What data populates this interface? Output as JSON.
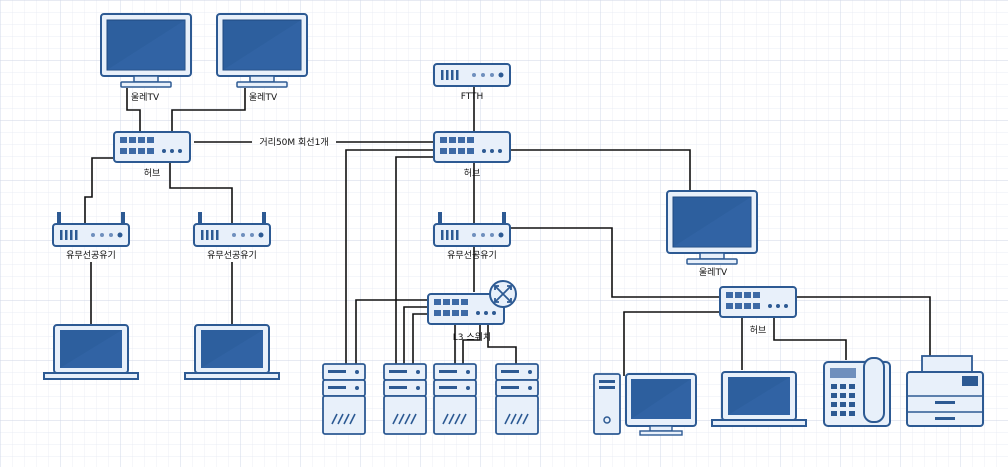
{
  "labels": {
    "tv_top_left": "울레TV",
    "tv_top_right": "울레TV",
    "hub_left": "허브",
    "link_label": "거리50M 회선1개",
    "ap_left": "유무선공유기",
    "ap_right": "유무선공유기",
    "ftth": "FTTH",
    "hub_center": "허브",
    "ap_center": "유무선공유기",
    "l3_switch": "L3 스위치",
    "tv_right": "울레TV",
    "hub_right": "허브"
  },
  "colors": {
    "device_fill": "#e8f0fa",
    "device_stroke": "#2d5a93",
    "screen_fill": "#2d5f9e",
    "port_fill": "#3d6aa6",
    "line": "#111111",
    "grid": "#dde3f0"
  }
}
